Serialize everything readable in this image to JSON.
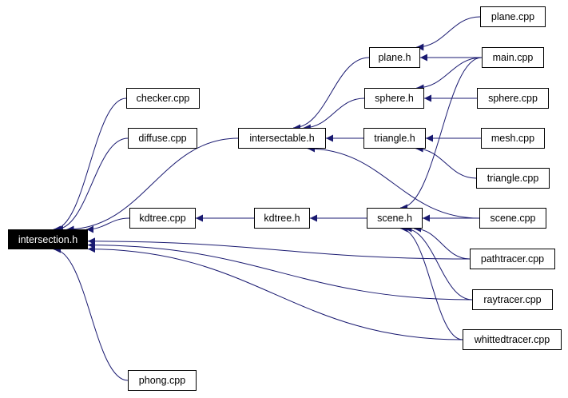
{
  "colors": {
    "edge": "#191970",
    "node_border": "#000000",
    "root_fill": "#000000",
    "root_text": "#ffffff"
  },
  "nodes": {
    "intersection_h": "intersection.h",
    "checker_cpp": "checker.cpp",
    "diffuse_cpp": "diffuse.cpp",
    "kdtree_cpp": "kdtree.cpp",
    "phong_cpp": "phong.cpp",
    "intersectable_h": "intersectable.h",
    "kdtree_h": "kdtree.h",
    "plane_h": "plane.h",
    "sphere_h": "sphere.h",
    "triangle_h": "triangle.h",
    "scene_h": "scene.h",
    "plane_cpp": "plane.cpp",
    "main_cpp": "main.cpp",
    "sphere_cpp": "sphere.cpp",
    "mesh_cpp": "mesh.cpp",
    "triangle_cpp": "triangle.cpp",
    "scene_cpp": "scene.cpp",
    "pathtracer_cpp": "pathtracer.cpp",
    "raytracer_cpp": "raytracer.cpp",
    "whittedtracer_cpp": "whittedtracer.cpp"
  },
  "edges": [
    [
      "checker_cpp",
      "intersection_h"
    ],
    [
      "diffuse_cpp",
      "intersection_h"
    ],
    [
      "intersectable_h",
      "intersection_h"
    ],
    [
      "kdtree_cpp",
      "intersection_h"
    ],
    [
      "pathtracer_cpp",
      "intersection_h"
    ],
    [
      "raytracer_cpp",
      "intersection_h"
    ],
    [
      "whittedtracer_cpp",
      "intersection_h"
    ],
    [
      "phong_cpp",
      "intersection_h"
    ],
    [
      "kdtree_h",
      "kdtree_cpp"
    ],
    [
      "scene_h",
      "kdtree_h"
    ],
    [
      "plane_h",
      "intersectable_h"
    ],
    [
      "sphere_h",
      "intersectable_h"
    ],
    [
      "triangle_h",
      "intersectable_h"
    ],
    [
      "scene_cpp",
      "intersectable_h"
    ],
    [
      "plane_cpp",
      "plane_h"
    ],
    [
      "main_cpp",
      "plane_h"
    ],
    [
      "main_cpp",
      "sphere_h"
    ],
    [
      "sphere_cpp",
      "sphere_h"
    ],
    [
      "mesh_cpp",
      "triangle_h"
    ],
    [
      "triangle_cpp",
      "triangle_h"
    ],
    [
      "main_cpp",
      "scene_h"
    ],
    [
      "scene_cpp",
      "scene_h"
    ],
    [
      "pathtracer_cpp",
      "scene_h"
    ],
    [
      "raytracer_cpp",
      "scene_h"
    ],
    [
      "whittedtracer_cpp",
      "scene_h"
    ]
  ]
}
